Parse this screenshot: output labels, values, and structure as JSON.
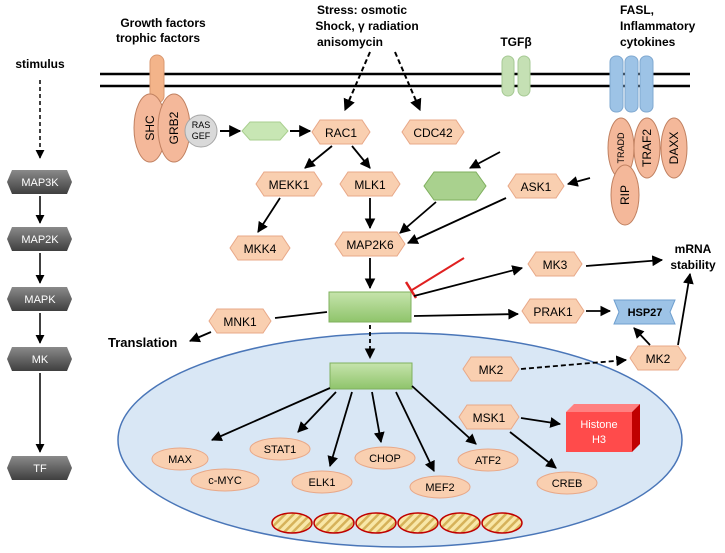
{
  "stimulus_labels": {
    "stimulus": "stimulus",
    "growth_line1": "Growth factors",
    "growth_line2": "trophic factors",
    "stress_line1": "Stress: osmotic",
    "stress_line2": "Shock, γ radiation",
    "stress_line3": "anisomycin",
    "tgfb": "TGFβ",
    "fasl_line1": "FASL,",
    "fasl_line2": "Inflammatory",
    "fasl_line3": "cytokines"
  },
  "legend": {
    "map3k": "MAP3K",
    "map2k": "MAP2K",
    "mapk": "MAPK",
    "mk": "MK",
    "tf": "TF"
  },
  "adaptors": {
    "shc": "SHC",
    "grb2": "GRB2",
    "ras_line1": "RAS",
    "ras_line2": "GEF",
    "tradd": "TRADD",
    "traf2": "TRAF2",
    "daxx": "DAXX",
    "rip": "RIP"
  },
  "kinases": {
    "rac1": "RAC1",
    "cdc42": "CDC42",
    "mekk1": "MEKK1",
    "mlk1": "MLK1",
    "ask1": "ASK1",
    "mkk4": "MKK4",
    "map2k6": "MAP2K6",
    "mk3": "MK3",
    "prak1": "PRAK1",
    "mnk1": "MNK1",
    "mk2_in": "MK2",
    "mk2_out": "MK2",
    "msk1": "MSK1"
  },
  "outputs": {
    "translation": "Translation",
    "mrna_line1": "mRNA",
    "mrna_line2": "stability",
    "hsp27": "HSP27",
    "histone_line1": "Histone",
    "histone_line2": "H3"
  },
  "transcription_factors": {
    "max": "MAX",
    "cmyc": "c-MYC",
    "stat1": "STAT1",
    "elk1": "ELK1",
    "chop": "CHOP",
    "mef2": "MEF2",
    "atf2": "ATF2",
    "creb": "CREB"
  },
  "colors": {
    "salmon": "#f9cfb0",
    "salmon_dark": "#e8a888",
    "green": "#a9d18e",
    "nucleus": "#d9e7f5",
    "blue_receptor": "#9dc3e6",
    "green_receptor": "#c5e0b4",
    "legend_box": "#595959",
    "inhibit": "#e02020",
    "histone": "#ff4b4b",
    "dna_stripe": "#c00000"
  }
}
